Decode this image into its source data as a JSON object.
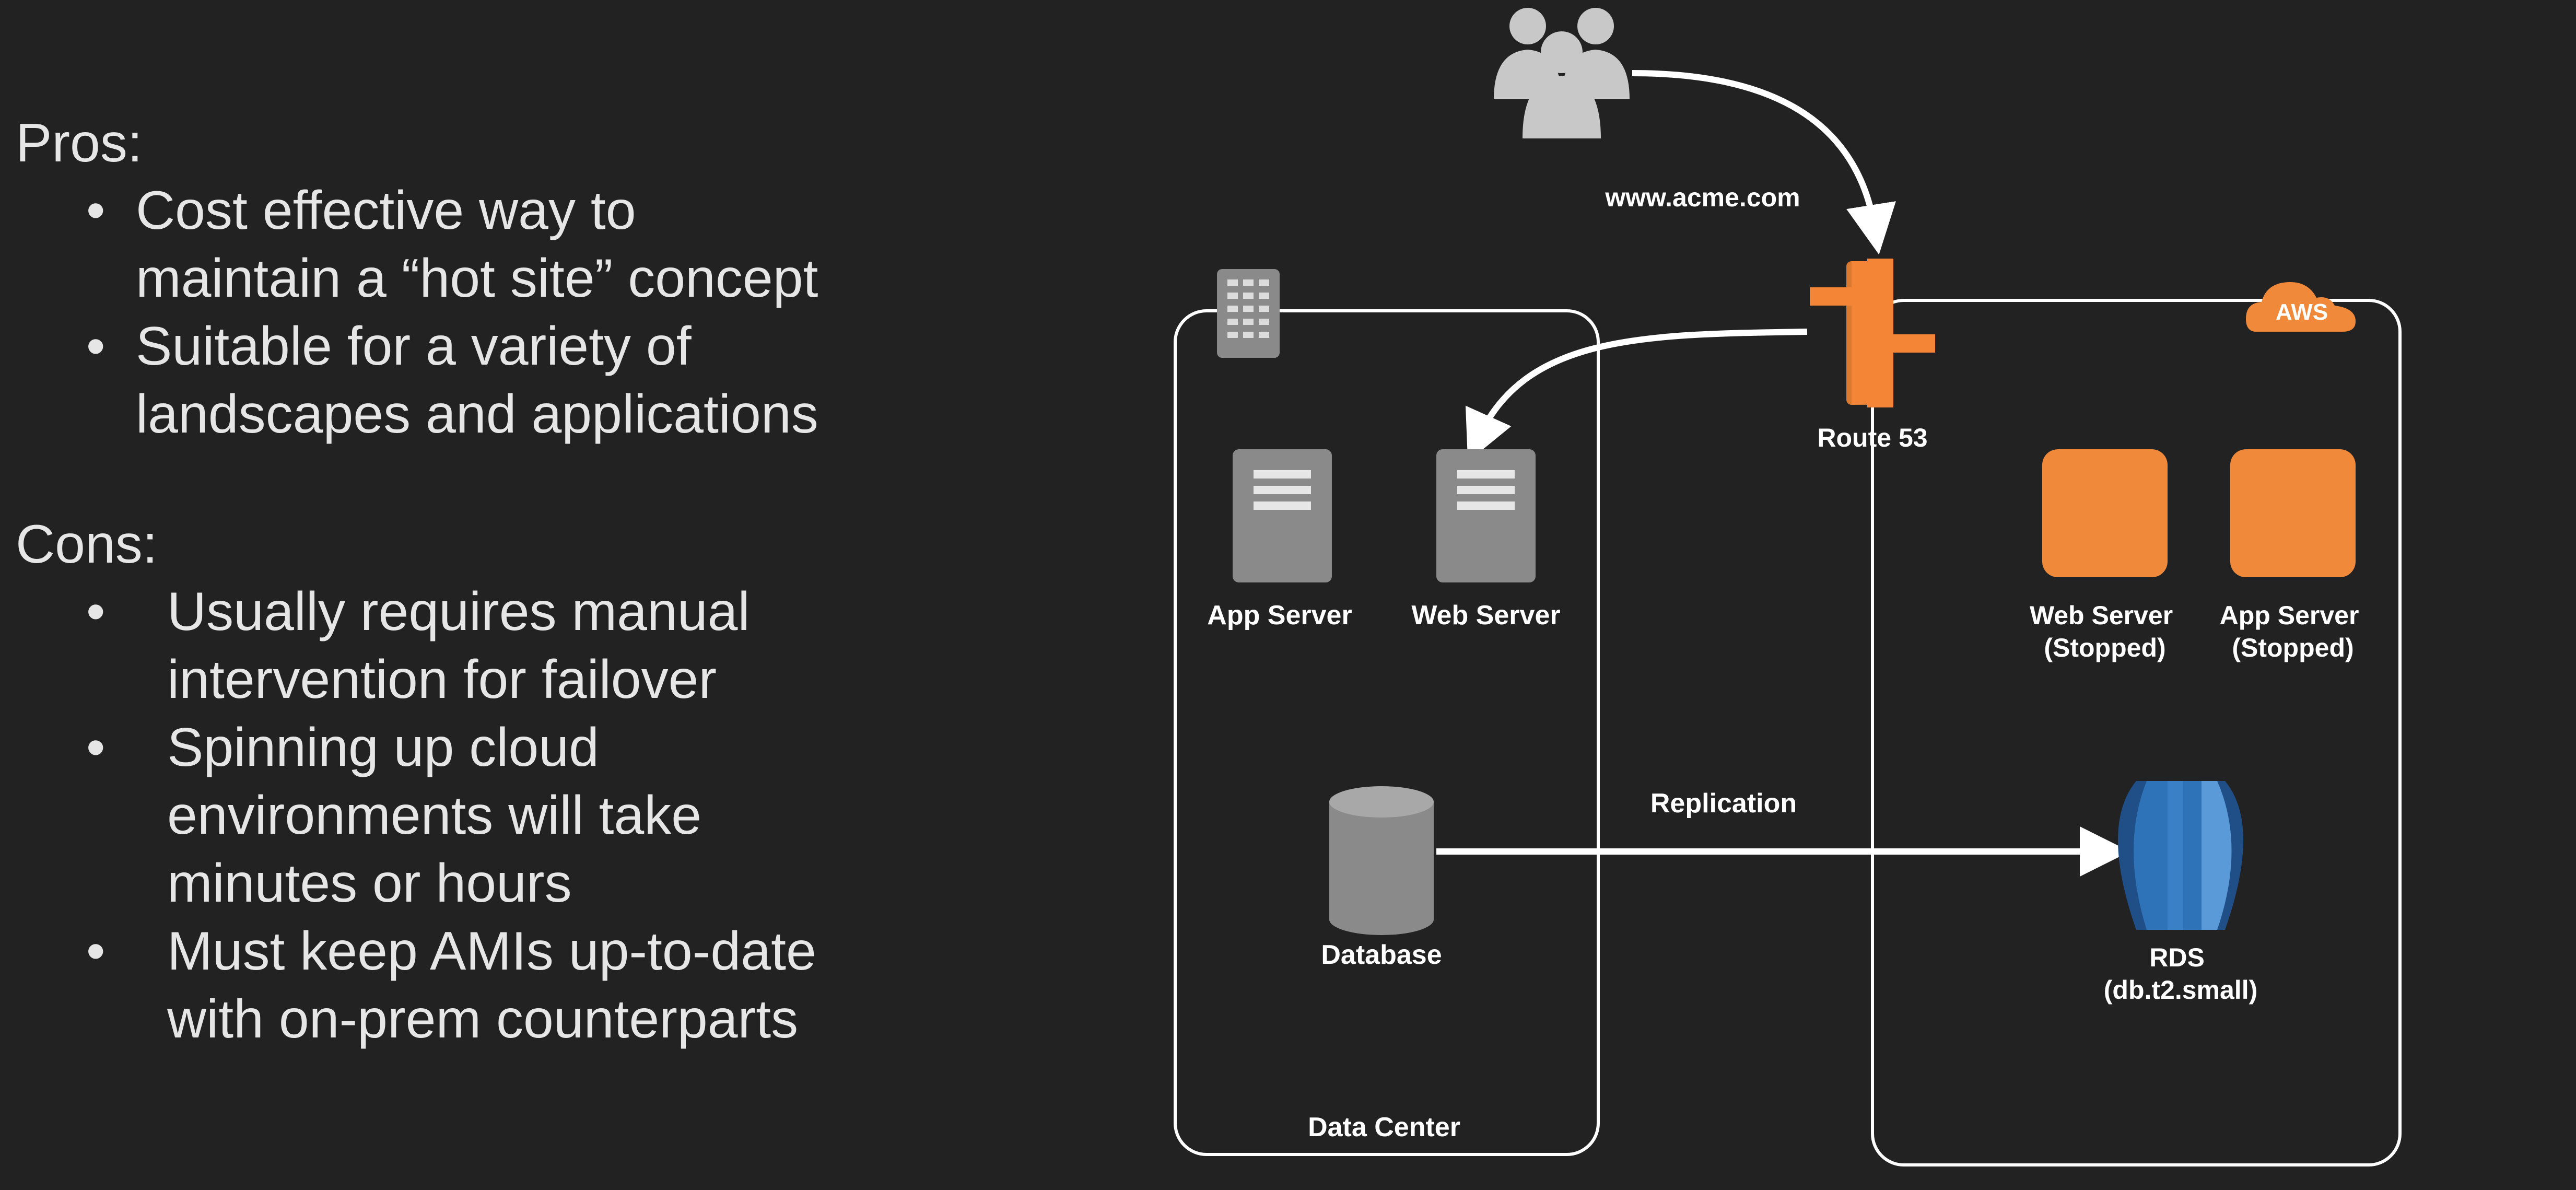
{
  "pros": {
    "heading": "Pros:",
    "items": [
      [
        "Cost effective way to",
        "maintain a “hot site” concept"
      ],
      [
        "Suitable for a variety of",
        "landscapes and applications"
      ]
    ]
  },
  "cons": {
    "heading": "Cons:",
    "items": [
      [
        "Usually requires manual",
        "intervention for failover"
      ],
      [
        "Spinning up cloud",
        "environments will take",
        "minutes or hours"
      ],
      [
        "Must keep AMIs up-to-date",
        "with on-prem counterparts"
      ]
    ]
  },
  "bullet_char": "•",
  "diagram": {
    "domain_label": "www.acme.com",
    "route53_label": "Route 53",
    "aws_badge": "AWS",
    "datacenter": {
      "label": "Data Center",
      "app_server": "App Server",
      "web_server": "Web Server",
      "database": "Database"
    },
    "aws": {
      "web_server": [
        "Web Server",
        "(Stopped)"
      ],
      "app_server": [
        "App Server",
        "(Stopped)"
      ],
      "rds": [
        "RDS",
        "(db.t2.small)"
      ]
    },
    "replication_label": "Replication",
    "colors": {
      "background": "#232223",
      "aws_orange": "#f0893a",
      "route53_orange": "#f58536",
      "server_gray": "#8a8a8a",
      "rds_blue": "#2e73b8",
      "lines": "#ffffff"
    }
  }
}
